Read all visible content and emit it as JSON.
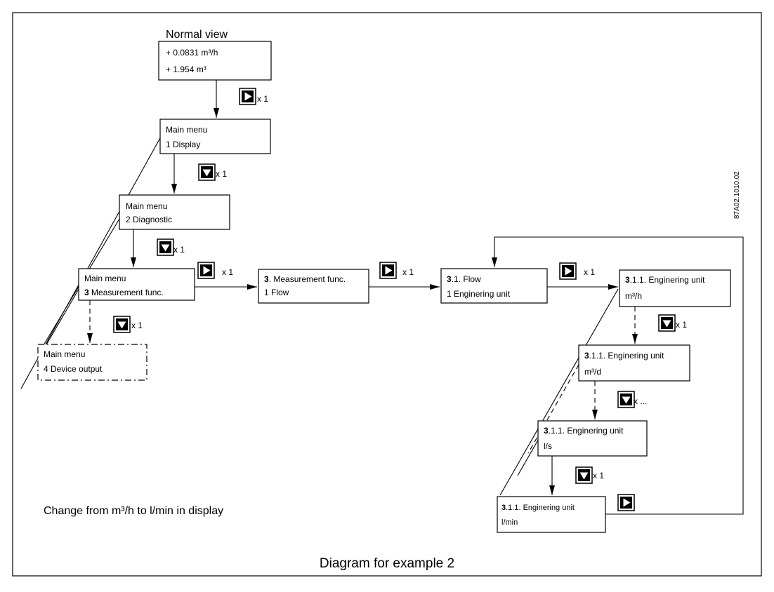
{
  "normal_view": {
    "title": "Normal view",
    "line1": "+ 0.0831 m³/h",
    "line2": "+ 1.954   m³"
  },
  "boxes": {
    "main_display": {
      "line1": "Main menu",
      "line2": "1 Display"
    },
    "main_diagnostic": {
      "line1": "Main menu",
      "line2": "2 Diagnostic"
    },
    "main_measurement": {
      "line1": "Main menu",
      "line2_bold": "3",
      "line2": " Measurement func."
    },
    "main_device": {
      "line1": "Main menu",
      "line2": "4 Device output"
    },
    "measurement_flow": {
      "line1_bold": "3",
      "line1": ". Measurement func.",
      "line2": "1 Flow"
    },
    "flow_unit": {
      "line1_bold": "3",
      "line1": ".1. Flow",
      "line2": "1 Enginering unit"
    },
    "eng_m3h": {
      "line1_bold": "3",
      "line1": ".1.1. Enginering unit",
      "line2": "m³/h"
    },
    "eng_m3d": {
      "line1_bold": "3",
      "line1": ".1.1. Enginering unit",
      "line2": "m³/d"
    },
    "eng_ls": {
      "line1_bold": "3",
      "line1": ".1.1. Enginering unit",
      "line2": "l/s"
    },
    "eng_lmin": {
      "line1_bold": "3",
      "line1": ".1.1. Enginering unit",
      "line2": "l/min"
    }
  },
  "press_labels": {
    "x1": "x 1",
    "x_more": "x ..."
  },
  "buttons": {
    "right": "right-arrow-key-icon",
    "down": "down-arrow-key-icon"
  },
  "side_code": "87A02.1010.02",
  "note": "Change from m³/h to l/min in display",
  "caption": "Diagram for example 2"
}
